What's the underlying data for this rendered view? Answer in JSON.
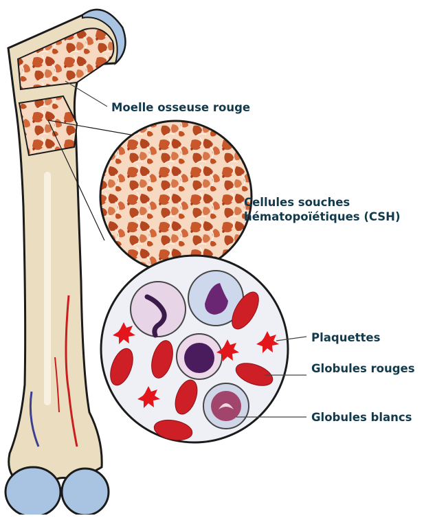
{
  "colors": {
    "bone": "#ebddbf",
    "bone_outline": "#1b1b1b",
    "marrow": "#c9572c",
    "marrow_light": "#f4c7a5",
    "cartilage": "#a9c4e2",
    "red_cell": "#cf1f26",
    "label_text": "#123a4d",
    "leader_line": "#444444"
  },
  "labels": {
    "red_marrow": "Moelle osseuse rouge",
    "hsc_line1": "Cellules souches",
    "hsc_line2": "hématopoïétiques (CSH)",
    "platelets": "Plaquettes",
    "red_cells": "Globules rouges",
    "white_cells": "Globules blancs"
  },
  "icons": {
    "bone": "femur-icon",
    "marrow_zoom": "spongy-bone-zoom",
    "blood_zoom": "blood-cells-zoom"
  }
}
